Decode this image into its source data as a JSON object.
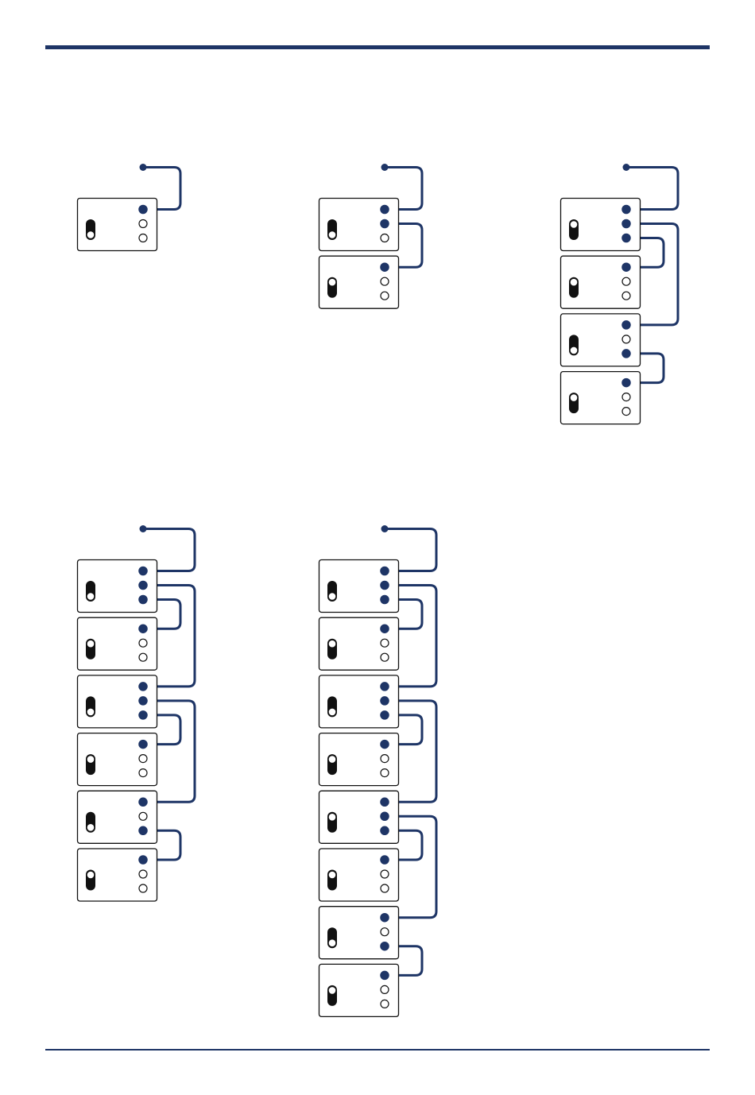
{
  "colors": {
    "rule": "#1e3566",
    "cable": "#1e3566",
    "module_outline": "#111111",
    "switch_fill": "#111111",
    "switch_knob": "#ffffff",
    "port_open": "#ffffff"
  },
  "icons": {
    "module": "expansion-module-icon",
    "switch": "toggle-switch-icon",
    "port": "connector-port-icon"
  },
  "configurations": [
    {
      "id": "config-1-module",
      "modules": [
        {
          "switch": "down"
        }
      ],
      "cables": [
        {
          "from": [
            "in",
            0
          ],
          "to": [
            0,
            0
          ],
          "lane": 1
        }
      ]
    },
    {
      "id": "config-2-modules",
      "modules": [
        {
          "switch": "down"
        },
        {
          "switch": "up"
        }
      ],
      "cables": [
        {
          "from": [
            "in",
            0
          ],
          "to": [
            0,
            0
          ],
          "lane": 1
        },
        {
          "from": [
            0,
            1
          ],
          "to": [
            1,
            0
          ],
          "lane": 1
        }
      ]
    },
    {
      "id": "config-4-modules",
      "modules": [
        {
          "switch": "up"
        },
        {
          "switch": "up"
        },
        {
          "switch": "down"
        },
        {
          "switch": "up"
        }
      ],
      "cables": [
        {
          "from": [
            "in",
            0
          ],
          "to": [
            0,
            0
          ],
          "lane": 2
        },
        {
          "from": [
            0,
            2
          ],
          "to": [
            1,
            0
          ],
          "lane": 1
        },
        {
          "from": [
            0,
            1
          ],
          "to": [
            2,
            0
          ],
          "lane": 2
        },
        {
          "from": [
            2,
            2
          ],
          "to": [
            3,
            0
          ],
          "lane": 1
        }
      ]
    },
    {
      "id": "config-6-modules",
      "modules": [
        {
          "switch": "down"
        },
        {
          "switch": "up"
        },
        {
          "switch": "down"
        },
        {
          "switch": "up"
        },
        {
          "switch": "down"
        },
        {
          "switch": "up"
        }
      ],
      "cables": [
        {
          "from": [
            "in",
            0
          ],
          "to": [
            0,
            0
          ],
          "lane": 2
        },
        {
          "from": [
            0,
            2
          ],
          "to": [
            1,
            0
          ],
          "lane": 1
        },
        {
          "from": [
            0,
            1
          ],
          "to": [
            2,
            0
          ],
          "lane": 2
        },
        {
          "from": [
            2,
            2
          ],
          "to": [
            3,
            0
          ],
          "lane": 1
        },
        {
          "from": [
            2,
            1
          ],
          "to": [
            4,
            0
          ],
          "lane": 2
        },
        {
          "from": [
            4,
            2
          ],
          "to": [
            5,
            0
          ],
          "lane": 1
        }
      ]
    },
    {
      "id": "config-8-modules",
      "modules": [
        {
          "switch": "down"
        },
        {
          "switch": "up"
        },
        {
          "switch": "down"
        },
        {
          "switch": "up"
        },
        {
          "switch": "up"
        },
        {
          "switch": "up"
        },
        {
          "switch": "down"
        },
        {
          "switch": "up"
        }
      ],
      "cables": [
        {
          "from": [
            "in",
            0
          ],
          "to": [
            0,
            0
          ],
          "lane": 2
        },
        {
          "from": [
            0,
            2
          ],
          "to": [
            1,
            0
          ],
          "lane": 1
        },
        {
          "from": [
            0,
            1
          ],
          "to": [
            2,
            0
          ],
          "lane": 2
        },
        {
          "from": [
            2,
            2
          ],
          "to": [
            3,
            0
          ],
          "lane": 1
        },
        {
          "from": [
            2,
            1
          ],
          "to": [
            4,
            0
          ],
          "lane": 2
        },
        {
          "from": [
            4,
            2
          ],
          "to": [
            5,
            0
          ],
          "lane": 1
        },
        {
          "from": [
            4,
            1
          ],
          "to": [
            6,
            0
          ],
          "lane": 2
        },
        {
          "from": [
            6,
            2
          ],
          "to": [
            7,
            0
          ],
          "lane": 1
        }
      ]
    }
  ]
}
